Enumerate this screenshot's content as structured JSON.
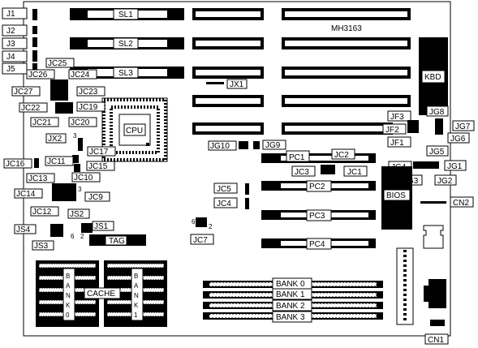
{
  "board": {
    "model": "MH3163",
    "slots": {
      "sl1": "SL1",
      "sl2": "SL2",
      "sl3": "SL3"
    },
    "chips": {
      "cpu": "CPU",
      "kbd": "KBD",
      "bios": "BIOS",
      "tag": "TAG",
      "cache": "CACHE"
    },
    "banks": {
      "bank0": "BANK 0",
      "bank1": "BANK 1",
      "bank2": "BANK 2",
      "bank3": "BANK 3"
    },
    "cache_bank_left": [
      "B",
      "A",
      "N",
      "K",
      "0"
    ],
    "cache_bank_right": [
      "B",
      "A",
      "N",
      "K",
      "1"
    ],
    "pc": {
      "pc1": "PC1",
      "pc2": "PC2",
      "pc3": "PC3",
      "pc4": "PC4"
    },
    "j_left": {
      "j1": "J1",
      "j2": "J2",
      "j3": "J3",
      "j4": "J4",
      "j5": "J5"
    },
    "jumpers": {
      "jc25": "JC25",
      "jc26": "JC26",
      "jc24": "JC24",
      "jc27": "JC27",
      "jc23": "JC23",
      "jc22": "JC22",
      "jc19": "JC19",
      "jc21": "JC21",
      "jc20": "JC20",
      "jx2": "JX2",
      "jc17": "JC17",
      "jc16": "JC16",
      "jc11": "JC11",
      "jc15": "JC15",
      "jc13": "JC13",
      "jc10": "JC10",
      "jc14": "JC14",
      "jc9": "JC9",
      "jc12": "JC12",
      "js2": "JS2",
      "js4": "JS4",
      "js1": "JS1",
      "js3": "JS3",
      "jx1": "JX1",
      "jg10": "JG10",
      "jg9": "JG9",
      "jc2": "JC2",
      "jc3": "JC3",
      "jc1": "JC1",
      "jc5": "JC5",
      "jc4": "JC4",
      "jc7": "JC7",
      "jf3": "JF3",
      "jf2": "JF2",
      "jf1": "JF1",
      "jg8": "JG8",
      "jg7": "JG7",
      "jg6": "JG6",
      "jg5": "JG5",
      "jg4": "JG4",
      "jg1": "JG1",
      "jg3": "JG3",
      "jg2": "JG2",
      "cn2": "CN2",
      "cn1": "CN1"
    },
    "pin_numbers": {
      "jx2_pin": "3",
      "jc10_pin": "3",
      "js_pin6": "6",
      "js_pin2": "2",
      "jc7_pin6": "6",
      "jc7_pin2": "2"
    }
  }
}
